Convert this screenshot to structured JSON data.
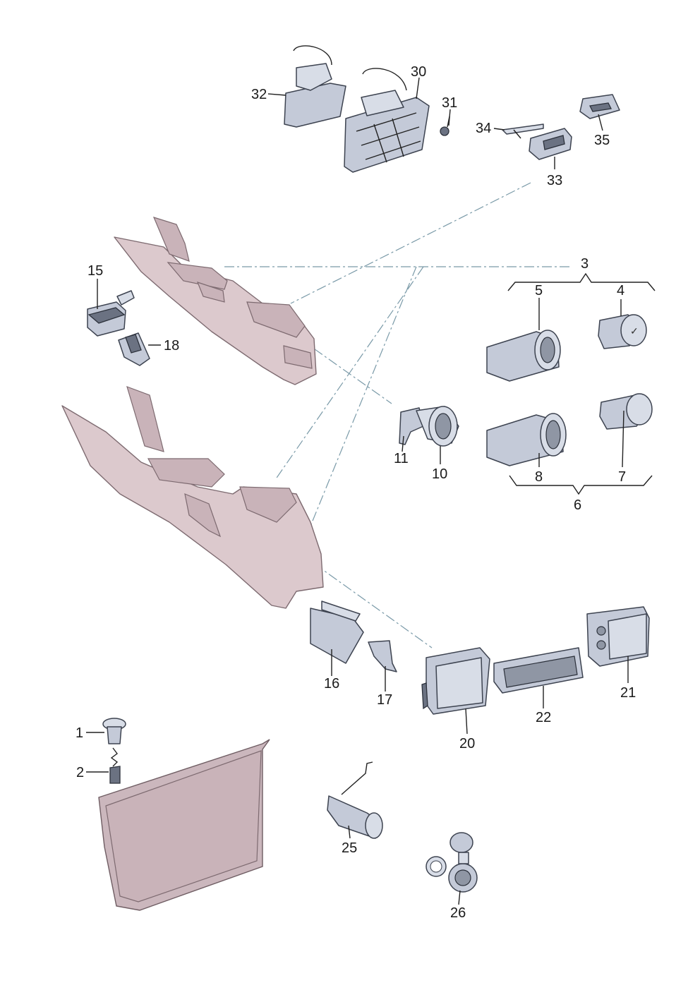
{
  "diagram": {
    "labels": [
      {
        "id": "1",
        "text": "1"
      },
      {
        "id": "2",
        "text": "2"
      },
      {
        "id": "3",
        "text": "3"
      },
      {
        "id": "4",
        "text": "4"
      },
      {
        "id": "5",
        "text": "5"
      },
      {
        "id": "6",
        "text": "6"
      },
      {
        "id": "7",
        "text": "7"
      },
      {
        "id": "8",
        "text": "8"
      },
      {
        "id": "10",
        "text": "10"
      },
      {
        "id": "11",
        "text": "11"
      },
      {
        "id": "15",
        "text": "15"
      },
      {
        "id": "16",
        "text": "16"
      },
      {
        "id": "17",
        "text": "17"
      },
      {
        "id": "18",
        "text": "18"
      },
      {
        "id": "20",
        "text": "20"
      },
      {
        "id": "21",
        "text": "21"
      },
      {
        "id": "22",
        "text": "22"
      },
      {
        "id": "25",
        "text": "25"
      },
      {
        "id": "26",
        "text": "26"
      },
      {
        "id": "30",
        "text": "30"
      },
      {
        "id": "31",
        "text": "31"
      },
      {
        "id": "32",
        "text": "32"
      },
      {
        "id": "33",
        "text": "33"
      },
      {
        "id": "34",
        "text": "34"
      },
      {
        "id": "35",
        "text": "35"
      }
    ],
    "colors": {
      "console": "#dcc9cd",
      "part": "#d8dde7",
      "outline": "#3d4350",
      "dash": "#7a9aa8"
    }
  }
}
